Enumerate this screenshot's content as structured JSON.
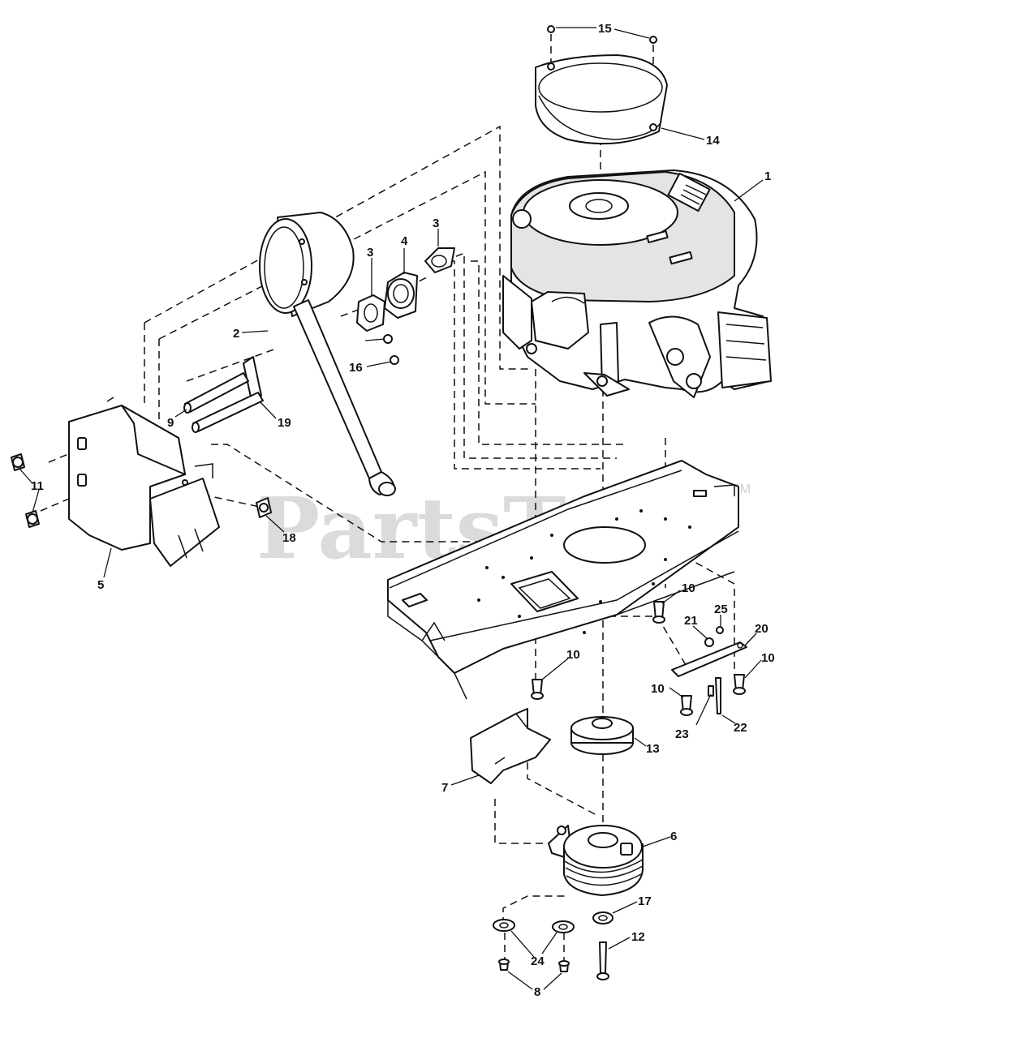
{
  "watermark": {
    "brand": "PartsTree",
    "trademark": "TM"
  },
  "callouts": {
    "c1": "1",
    "c2": "2",
    "c3a": "3",
    "c3b": "3",
    "c4": "4",
    "c5": "5",
    "c6": "6",
    "c7": "7",
    "c8": "8",
    "c9": "9",
    "c10a": "10",
    "c10b": "10",
    "c10c": "10",
    "c10d": "10",
    "c11": "11",
    "c12": "12",
    "c13": "13",
    "c14": "14",
    "c15": "15",
    "c16": "16",
    "c17": "17",
    "c18": "18",
    "c19": "19",
    "c20": "20",
    "c21": "21",
    "c22": "22",
    "c23": "23",
    "c24": "24",
    "c25": "25"
  }
}
